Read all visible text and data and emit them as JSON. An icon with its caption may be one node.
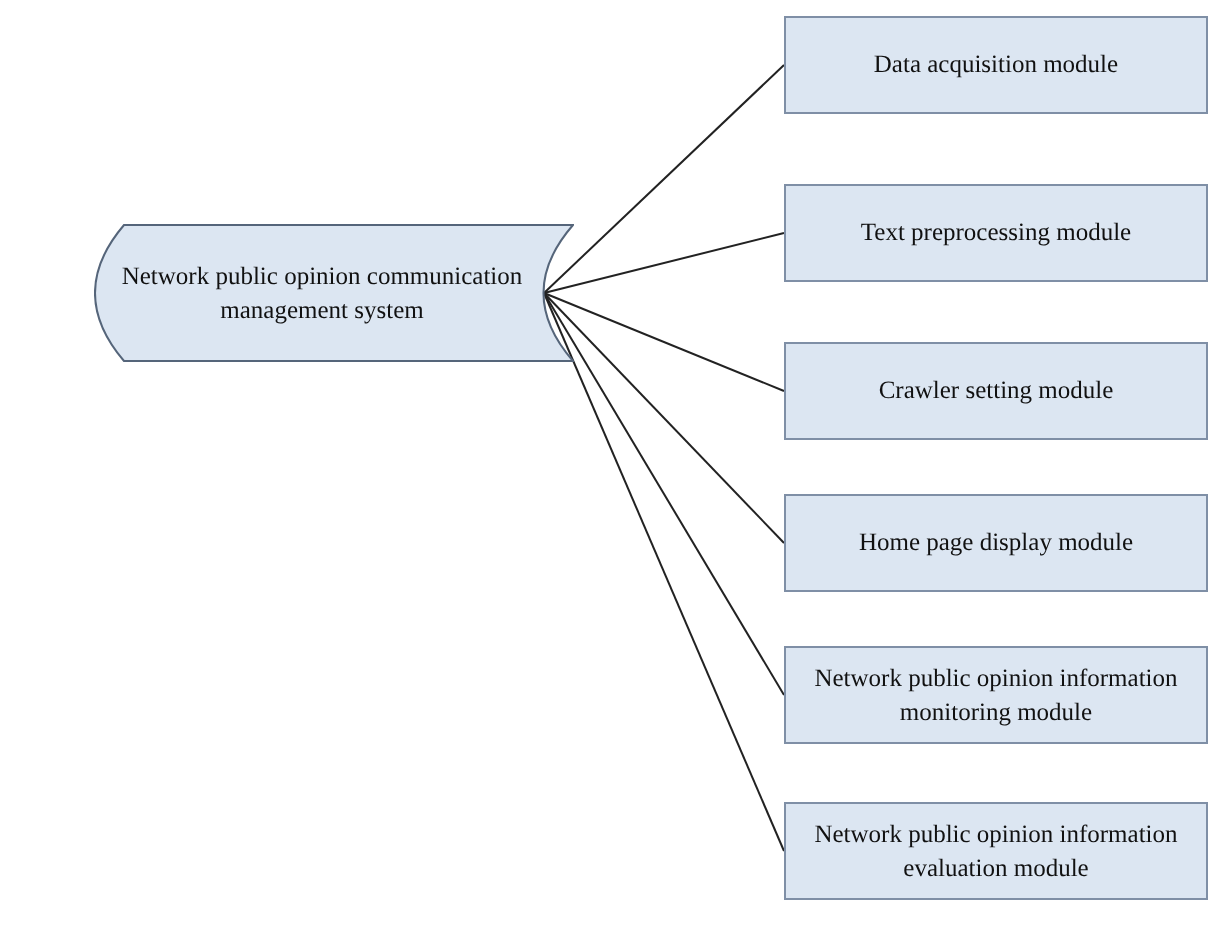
{
  "diagram": {
    "nodes": [
      {
        "text": [
          "Network public opinion communication management system"
        ]
      },
      {
        "text": [
          "Data acquisition module"
        ]
      },
      {
        "text": [
          "Text preprocessing module"
        ]
      },
      {
        "text": [
          "Crawler setting module"
        ]
      },
      {
        "text": [
          "Home page display module"
        ]
      },
      {
        "text": [
          "Network public opinion information monitoring module"
        ]
      },
      {
        "text": [
          "Network public opinion information evaluation module"
        ]
      }
    ],
    "edges": [
      {
        "from": 0,
        "to": 1,
        "arrow": "none"
      },
      {
        "from": 0,
        "to": 2,
        "arrow": "none"
      },
      {
        "from": 0,
        "to": 3,
        "arrow": "none"
      },
      {
        "from": 0,
        "to": 4,
        "arrow": "none"
      },
      {
        "from": 0,
        "to": 5,
        "arrow": "none"
      },
      {
        "from": 0,
        "to": 6,
        "arrow": "none"
      }
    ]
  }
}
